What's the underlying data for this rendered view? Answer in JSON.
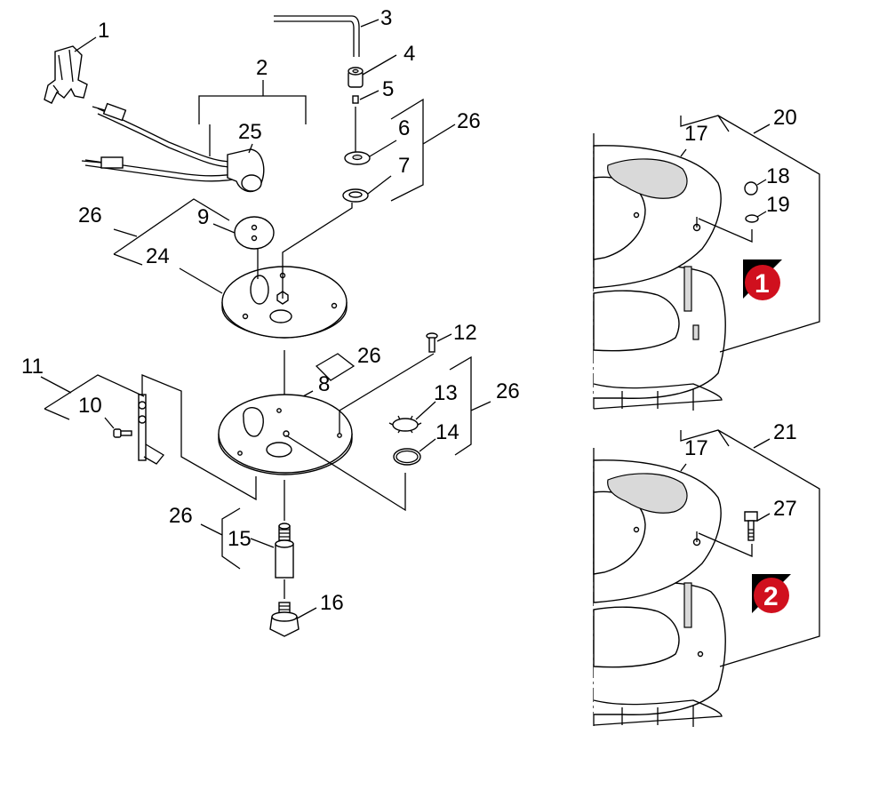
{
  "callouts": {
    "c1": "1",
    "c2": "2",
    "c3": "3",
    "c4": "4",
    "c5": "5",
    "c6": "6",
    "c7": "7",
    "c8": "8",
    "c9": "9",
    "c10": "10",
    "c11": "11",
    "c12": "12",
    "c13": "13",
    "c14": "14",
    "c15": "15",
    "c16": "16",
    "c17a": "17",
    "c17b": "17",
    "c18": "18",
    "c19": "19",
    "c20": "20",
    "c21": "21",
    "c24": "24",
    "c25": "25",
    "c26a": "26",
    "c26b": "26",
    "c26c": "26",
    "c26d": "26",
    "c26e": "26",
    "c27": "27"
  },
  "badges": {
    "b1": "1",
    "b2": "2"
  },
  "colors": {
    "badge": "#d0101e",
    "badge_corner": "#000000",
    "line": "#000000",
    "background": "#ffffff"
  }
}
